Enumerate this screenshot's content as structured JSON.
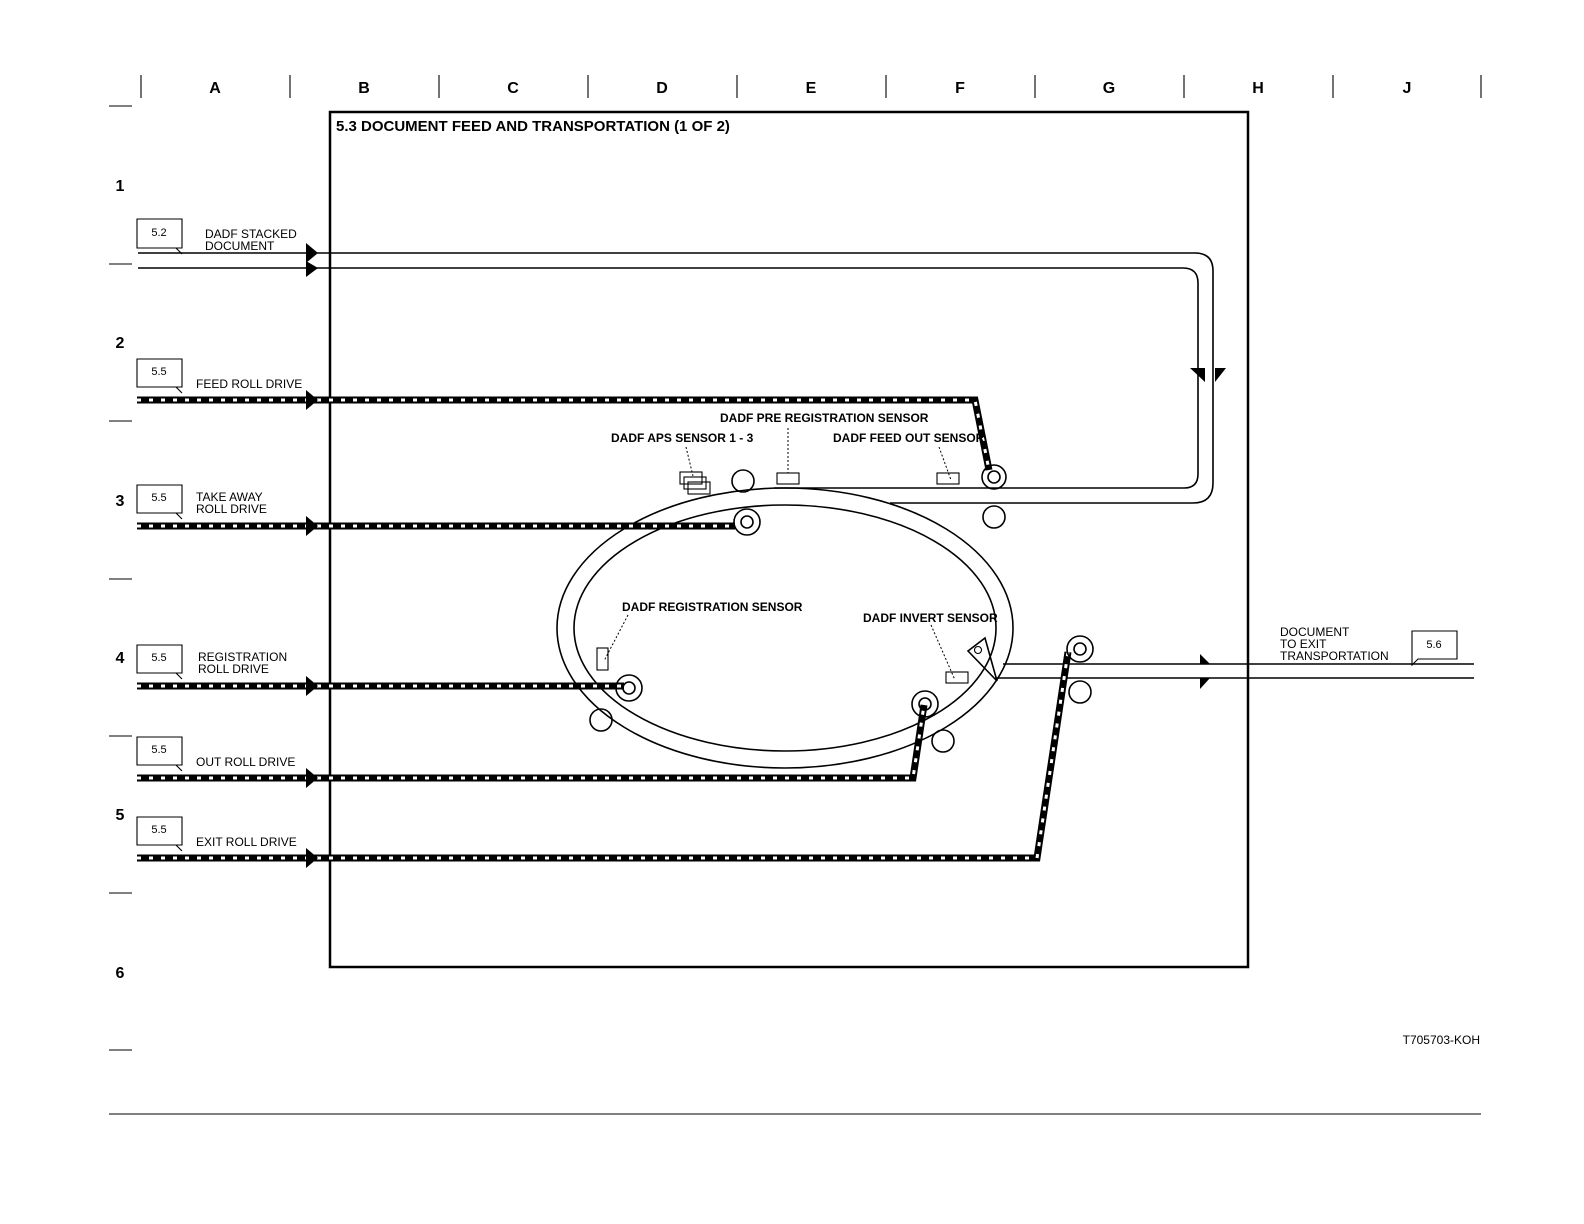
{
  "grid": {
    "columns": [
      "A",
      "B",
      "C",
      "D",
      "E",
      "F",
      "G",
      "H",
      "J"
    ],
    "rows": [
      "1",
      "2",
      "3",
      "4",
      "5",
      "6"
    ]
  },
  "title": "5.3 DOCUMENT FEED AND TRANSPORTATION (1 OF 2)",
  "inputs": [
    {
      "ref": "5.2",
      "label_line1": "DADF STACKED",
      "label_line2": "DOCUMENT"
    },
    {
      "ref": "5.5",
      "label_line1": "FEED ROLL DRIVE",
      "label_line2": ""
    },
    {
      "ref": "5.5",
      "label_line1": "TAKE AWAY",
      "label_line2": "ROLL DRIVE"
    },
    {
      "ref": "5.5",
      "label_line1": "REGISTRATION",
      "label_line2": "ROLL DRIVE"
    },
    {
      "ref": "5.5",
      "label_line1": "OUT ROLL DRIVE",
      "label_line2": ""
    },
    {
      "ref": "5.5",
      "label_line1": "EXIT ROLL DRIVE",
      "label_line2": ""
    }
  ],
  "output": {
    "ref": "5.6",
    "label_line1": "DOCUMENT",
    "label_line2": "TO EXIT",
    "label_line3": "TRANSPORTATION"
  },
  "sensors": {
    "pre_registration": "DADF PRE REGISTRATION SENSOR",
    "aps": "DADF APS SENSOR 1 - 3",
    "feed_out": "DADF FEED OUT SENSOR",
    "registration": "DADF REGISTRATION SENSOR",
    "invert": "DADF INVERT SENSOR"
  },
  "figure_id": "T705703-KOH"
}
